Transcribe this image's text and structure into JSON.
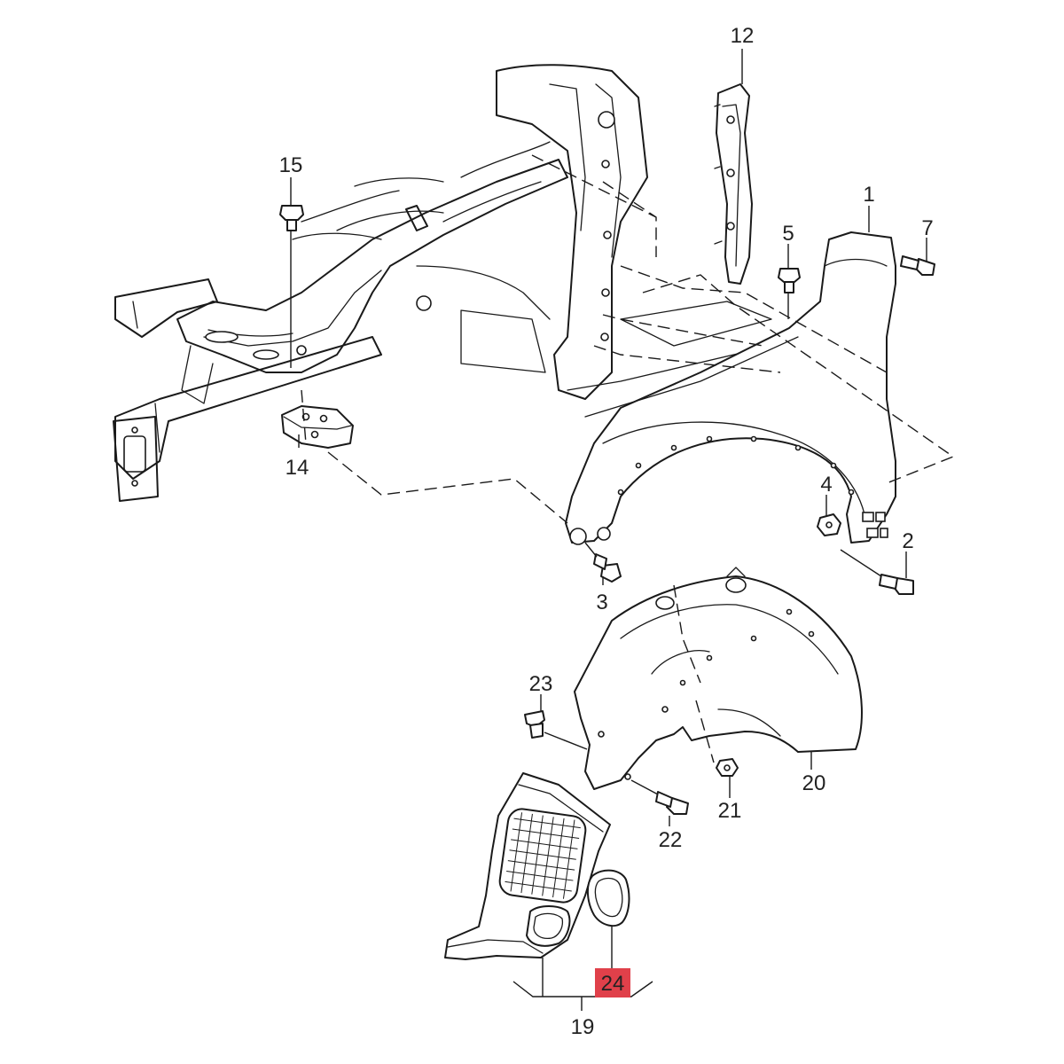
{
  "diagram": {
    "callouts": [
      "12",
      "15",
      "1",
      "5",
      "7",
      "14",
      "4",
      "2",
      "3",
      "23",
      "20",
      "21",
      "22",
      "24",
      "19"
    ],
    "highlight": {
      "label": "24",
      "color": "#e0404a"
    }
  }
}
